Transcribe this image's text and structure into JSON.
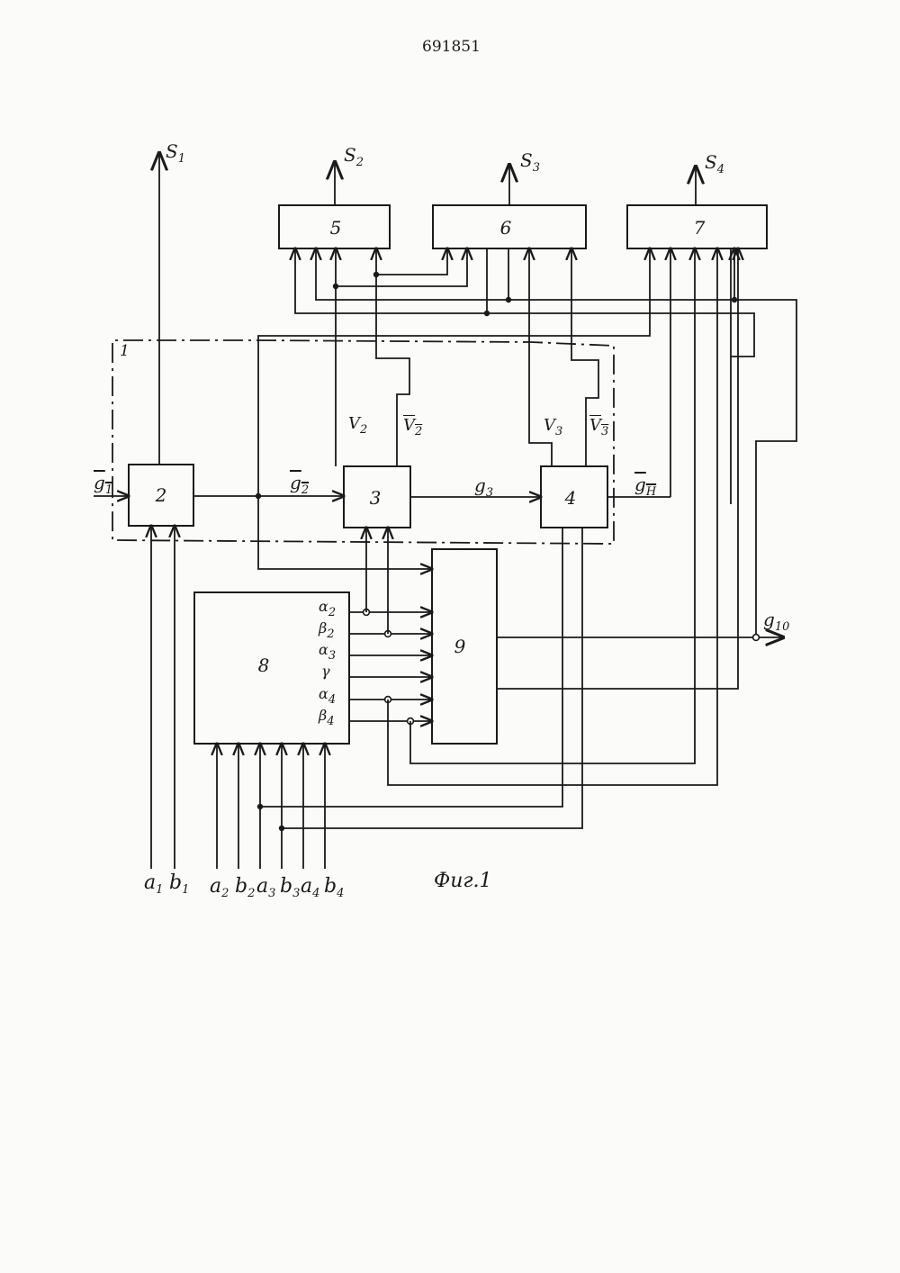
{
  "header": {
    "patent_number": "691851"
  },
  "blocks": {
    "b2": "2",
    "b3": "3",
    "b4": "4",
    "b5": "5",
    "b6": "6",
    "b7": "7",
    "b8": "8",
    "b9": "9",
    "line1": "1"
  },
  "outputs": {
    "s1": {
      "base": "S",
      "sub": "1"
    },
    "s2": {
      "base": "S",
      "sub": "2"
    },
    "s3": {
      "base": "S",
      "sub": "3"
    },
    "s4": {
      "base": "S",
      "sub": "4"
    }
  },
  "signals": {
    "g1": {
      "base": "g",
      "sub": "1"
    },
    "g2": {
      "base": "g",
      "sub": "2"
    },
    "g3": {
      "base": "g",
      "sub": "3"
    },
    "gH": {
      "base": "g",
      "sub": "H"
    },
    "g10": {
      "base": "g",
      "sub": "10"
    },
    "v2": {
      "base": "V",
      "sub": "2"
    },
    "v2bar": {
      "base": "V",
      "sub": "2"
    },
    "v3": {
      "base": "V",
      "sub": "3"
    },
    "v3bar": {
      "base": "V",
      "sub": "3"
    }
  },
  "block8_outputs": [
    {
      "base": "α",
      "sub": "2"
    },
    {
      "base": "β",
      "sub": "2"
    },
    {
      "base": "α",
      "sub": "3"
    },
    {
      "base": "γ",
      "sub": ""
    },
    {
      "base": "α",
      "sub": "4"
    },
    {
      "base": "β",
      "sub": "4"
    }
  ],
  "inputs": [
    {
      "base": "a",
      "sub": "1"
    },
    {
      "base": "b",
      "sub": "1"
    },
    {
      "base": "a",
      "sub": "2"
    },
    {
      "base": "b",
      "sub": "2"
    },
    {
      "base": "a",
      "sub": "3"
    },
    {
      "base": "b",
      "sub": "3"
    },
    {
      "base": "a",
      "sub": "4"
    },
    {
      "base": "b",
      "sub": "4"
    }
  ],
  "caption": "Фиг.1"
}
